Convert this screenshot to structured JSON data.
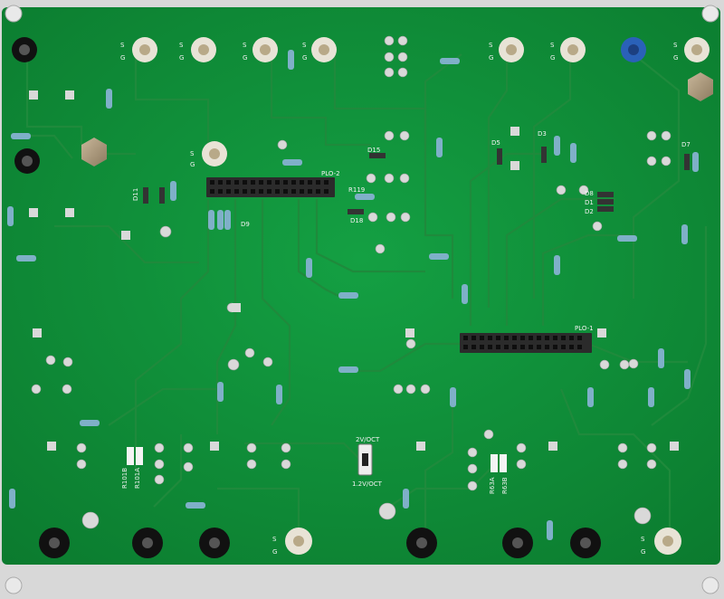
{
  "board": {
    "colors": {
      "pcb": "#0f8a36",
      "panel": "#d8d8d8",
      "trace": "#1f8a3c",
      "pad": "#d9d9d9",
      "resistor": "#7fb0c8"
    }
  },
  "silkscreen": {
    "plo2": "PLO-2",
    "plo1": "PLO-1",
    "r119": "R119",
    "d15": "D15",
    "d18": "D18",
    "d5": "D5",
    "d3": "D3",
    "d7": "D7",
    "d8": "D8",
    "d1": "D1",
    "d2": "D2",
    "d11": "D11",
    "d9": "D9",
    "r101b": "R101B",
    "r101a": "R101A",
    "r63a": "R63A",
    "r63b": "R63B",
    "switch_top": "2V/OCT",
    "switch_bottom": "1.2V/OCT",
    "s": "S",
    "g": "G"
  }
}
